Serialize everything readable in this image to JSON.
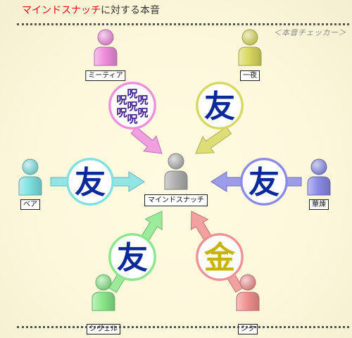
{
  "header": {
    "title_name": "マインドスナッチ",
    "title_rest": "に対する本音",
    "subtitle": "＜本音チェッカー＞"
  },
  "center": {
    "name": "マインドスナッチ",
    "color": "#b0b0b0"
  },
  "people": [
    {
      "key": "miteia",
      "name": "ミーティア",
      "color": "#ee8edc",
      "feeling": "呪",
      "feeling_type": "curse",
      "glyph_color": "#3a1a8a"
    },
    {
      "key": "ichiya",
      "name": "一夜",
      "color": "#d8d860",
      "feeling": "友",
      "feeling_type": "single",
      "glyph_color": "#0a2a99"
    },
    {
      "key": "bea",
      "name": "ベア",
      "color": "#7fe0e0",
      "feeling": "友",
      "feeling_type": "single",
      "glyph_color": "#0a2a99"
    },
    {
      "key": "karen",
      "name": "華煉",
      "color": "#8a8ae6",
      "feeling": "友",
      "feeling_type": "single",
      "glyph_color": "#0a2a99"
    },
    {
      "key": "shiveru",
      "name": "シヴェル",
      "color": "#8ae68a",
      "feeling": "友",
      "feeling_type": "single",
      "glyph_color": "#0a2a99"
    },
    {
      "key": "shiku",
      "name": "シク",
      "color": "#f09090",
      "feeling": "金",
      "feeling_type": "single",
      "glyph_color": "#c8b400"
    }
  ]
}
